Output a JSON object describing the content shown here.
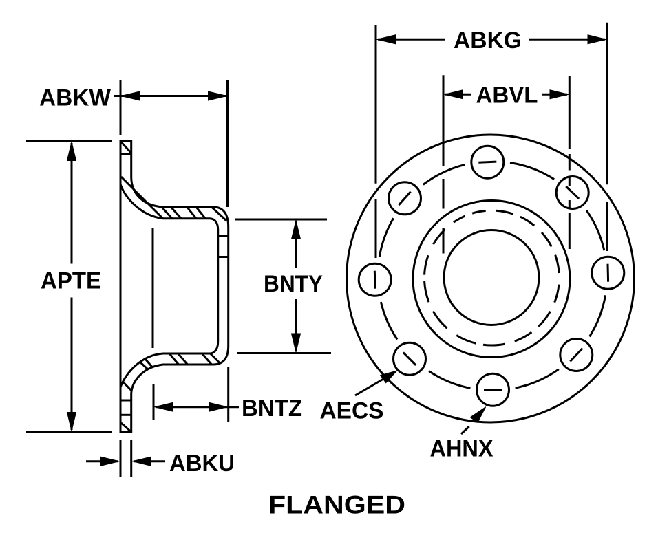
{
  "figure": {
    "caption": "FLANGED",
    "side_view": {
      "length_label": "ABKW",
      "flange_height_label": "APTE",
      "bore_label": "BNTY",
      "neck_length_label": "BNTZ",
      "flange_thickness_label": "ABKU"
    },
    "front_view": {
      "bolt_circle_label": "ABKG",
      "center_span_label": "ABVL",
      "callouts": [
        {
          "label": "AECS"
        },
        {
          "label": "AHNX"
        }
      ],
      "bolt_hole_count": 8
    }
  },
  "colors": {
    "ink": "#000000",
    "paper": "#ffffff"
  }
}
